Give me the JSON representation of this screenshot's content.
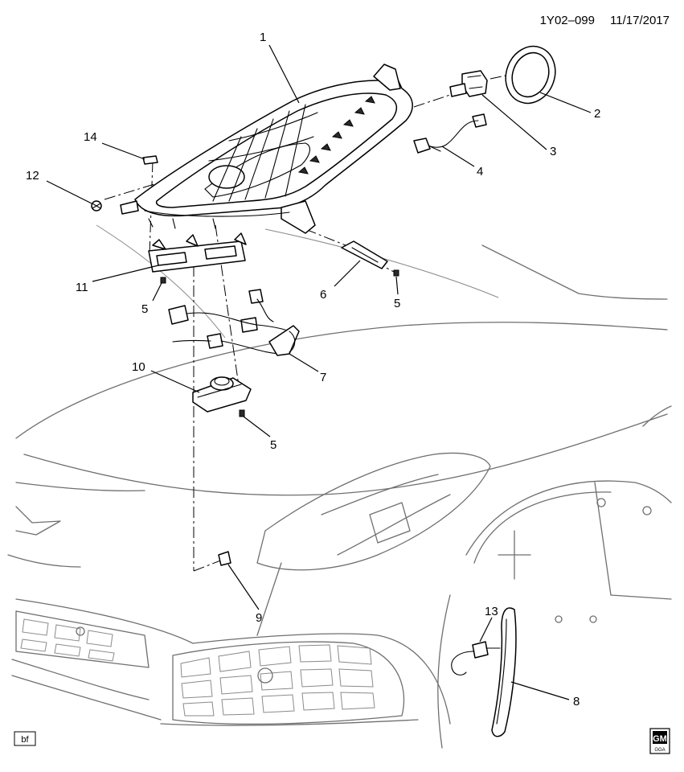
{
  "header": {
    "diagram_id": "1Y02–099",
    "date": "11/17/2017"
  },
  "callouts": {
    "c1": "1",
    "c2": "2",
    "c3": "3",
    "c4": "4",
    "c5a": "5",
    "c5b": "5",
    "c5c": "5",
    "c6": "6",
    "c7": "7",
    "c8": "8",
    "c9": "9",
    "c10": "10",
    "c11": "11",
    "c12": "12",
    "c13": "13",
    "c14": "14"
  },
  "footer": {
    "box_label": "bf",
    "logo_text": "GM",
    "logo_subtext": "GGA"
  }
}
